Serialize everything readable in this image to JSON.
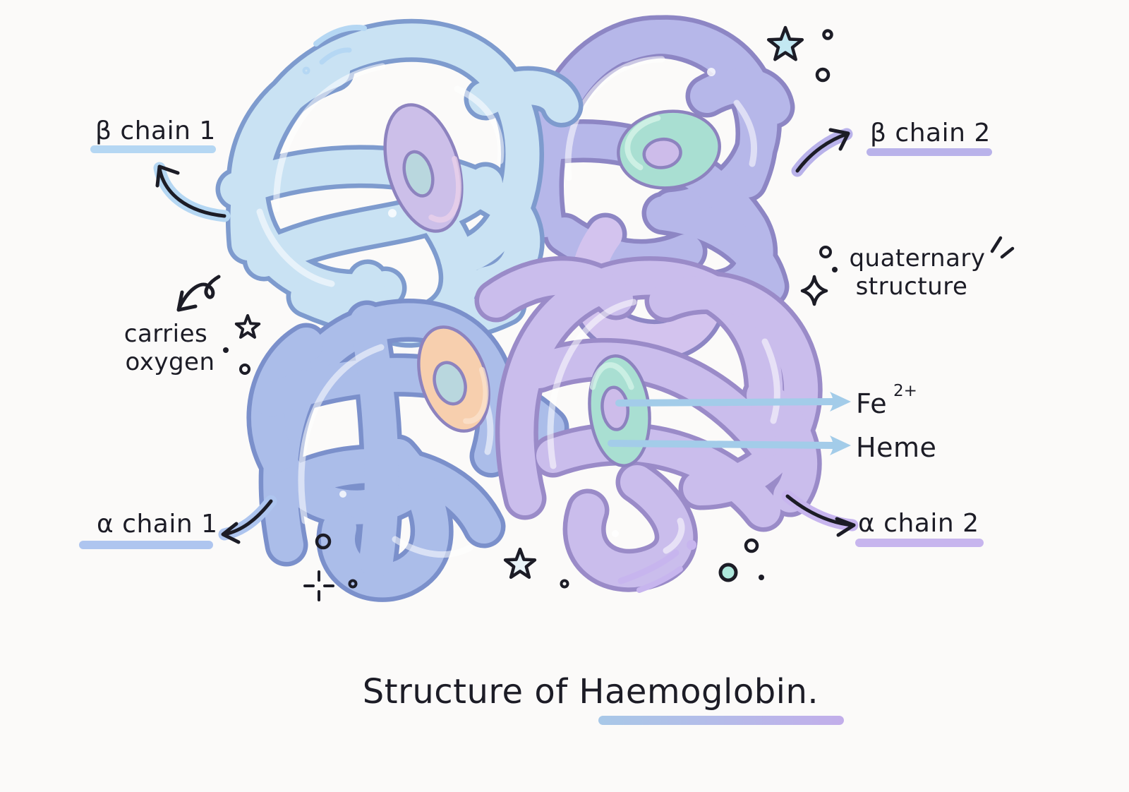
{
  "title": {
    "text": "Structure of Haemoglobin."
  },
  "diagram": {
    "labels": {
      "beta1": "β chain 1",
      "beta2": "β chain 2",
      "alpha1": "α chain 1",
      "alpha2": "α chain 2",
      "quaternary": {
        "line1": "quaternary",
        "line2": "structure"
      },
      "carries": {
        "line1": "carries",
        "line2": "oxygen"
      },
      "fe": {
        "base": "Fe",
        "superscript": "2+"
      },
      "heme": "Heme"
    },
    "parts": {
      "chains": [
        "β chain 1",
        "β chain 2",
        "α chain 1",
        "α chain 2"
      ],
      "heme_discs": 4
    }
  },
  "colors": {
    "background": "#fbfaf9",
    "ink": "#1c1c26",
    "beta1-fill": "#c9e2f3",
    "beta1-outline": "#7e9bce",
    "beta1-underline": "#b5d7f3",
    "beta2-fill": "#b6b7e9",
    "beta2-outline": "#8d86c4",
    "beta2-underline": "#b9b2ea",
    "alpha1-fill": "#abbde9",
    "alpha1-outline": "#7b90cb",
    "alpha1-underline": "#aec5ef",
    "alpha2-fill": "#cabdec",
    "alpha2-outline": "#9a8bc8",
    "alpha2-underline": "#c7b5ee",
    "pink-tube-fill": "#d3c3ee",
    "heme-disc-lavender": "#ccbfe9",
    "heme-disc-mint": "#a9dfd2",
    "heme-disc-peach": "#f7cfae",
    "heme-hole-blue": "#b9d7de",
    "heme-hole-lavender": "#cdbcea",
    "disc-outline": "#8d83bf",
    "pointer-blue": "#a3cce9",
    "accent-star-fill": "#c3e8f2",
    "star-soft-fill": "#e9f4f9",
    "teal-dot": "#aee8dc",
    "title-underline-left": "#a8c8e8",
    "title-underline-right": "#c2aeea",
    "highlight": "#ffffff"
  }
}
